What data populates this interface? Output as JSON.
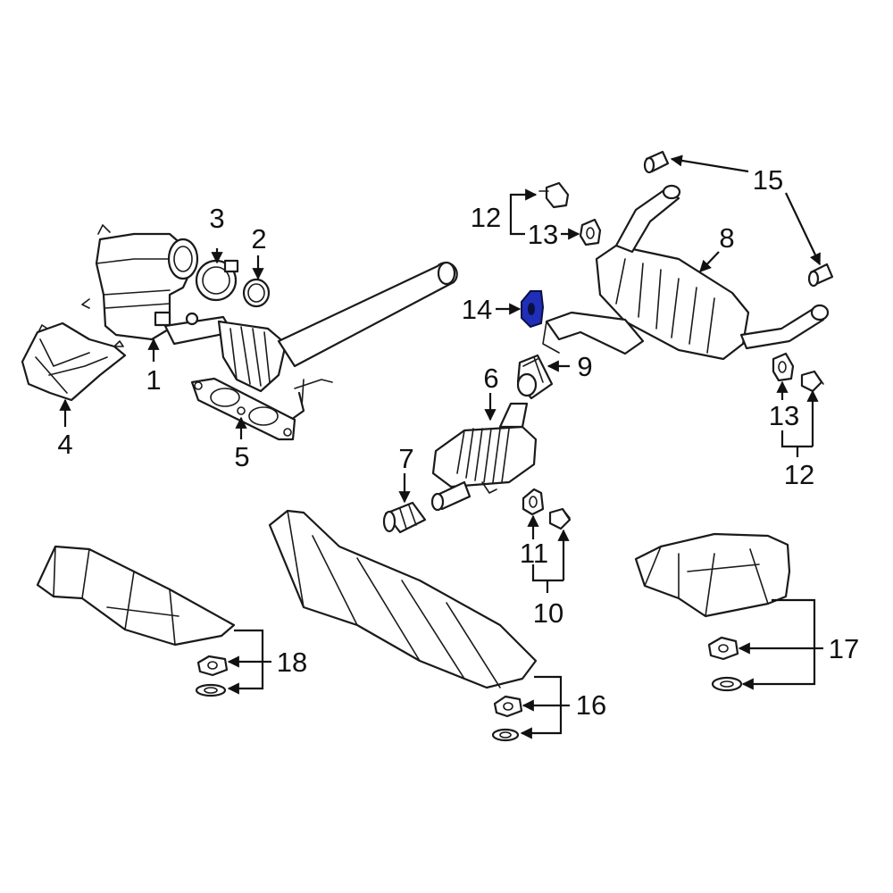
{
  "diagram": {
    "highlight_color": "#1f2fb8",
    "line_color": "#111111",
    "highlighted_part": "14",
    "callouts": {
      "c1": "1",
      "c2": "2",
      "c3": "3",
      "c4": "4",
      "c5": "5",
      "c6": "6",
      "c7": "7",
      "c8": "8",
      "c9": "9",
      "c10": "10",
      "c11": "11",
      "c12a": "12",
      "c12b": "12",
      "c13a": "13",
      "c13b": "13",
      "c14": "14",
      "c15": "15",
      "c16": "16",
      "c17": "17",
      "c18": "18"
    }
  }
}
